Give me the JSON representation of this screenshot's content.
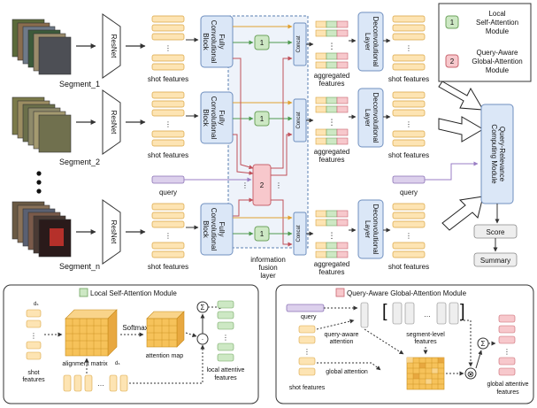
{
  "segments": [
    {
      "label": "Segment_1"
    },
    {
      "label": "Segment_2"
    },
    {
      "label": "Segment_n"
    }
  ],
  "encoder_label": "ResNet",
  "shot_features_label": "shot features",
  "fc_block_label": "Fully Convolutional Block",
  "local_module_id": "1",
  "global_module_id": "2",
  "concat_label": "Concat",
  "aggregated_features_label": "aggregated features",
  "deconv_label": "Deconvolutional Layer",
  "fusion_layer_label": "information fusion layer",
  "query_label": "query",
  "qr_module_label": "Query-Relevance Computing Module",
  "score_label": "Score",
  "summary_label": "Summary",
  "legend": {
    "local": "Local Self-Attention Module",
    "global": "Query-Aware Global-Attention Module"
  },
  "local_panel": {
    "title": "Local Self-Attention Module",
    "dim_label": "dₛ",
    "shot_features": "shot features",
    "alignment_matrix": "alignment matrix",
    "softmax": "Softmax",
    "attention_map": "attention map",
    "sum_symbol": "Σ",
    "dot_symbol": "⊙",
    "output": "local attentive features"
  },
  "global_panel": {
    "title": "Query-Aware Global-Attention Module",
    "query": "query",
    "query_aware": "query-aware attention",
    "segment_level": "segment-level features",
    "shot_features": "shot features",
    "global_attention": "global attention",
    "otimes_symbol": "⊗",
    "sum_symbol": "Σ",
    "output": "global attentive features"
  },
  "colors": {
    "feature_fill": "#fde4b3",
    "feature_stroke": "#d9a441",
    "block_fill": "#dbe7f7",
    "block_stroke": "#6f8fbf",
    "local_fill": "#cde8c4",
    "local_stroke": "#6ea35e",
    "global_fill": "#f7c8cc",
    "global_stroke": "#c8646e",
    "query_fill": "#dcd0ec",
    "query_stroke": "#8a72b5",
    "arrow_orange": "#e0a030",
    "arrow_green": "#4f9a4f",
    "arrow_red": "#c0505a",
    "arrow_purple": "#9a7ec4"
  }
}
